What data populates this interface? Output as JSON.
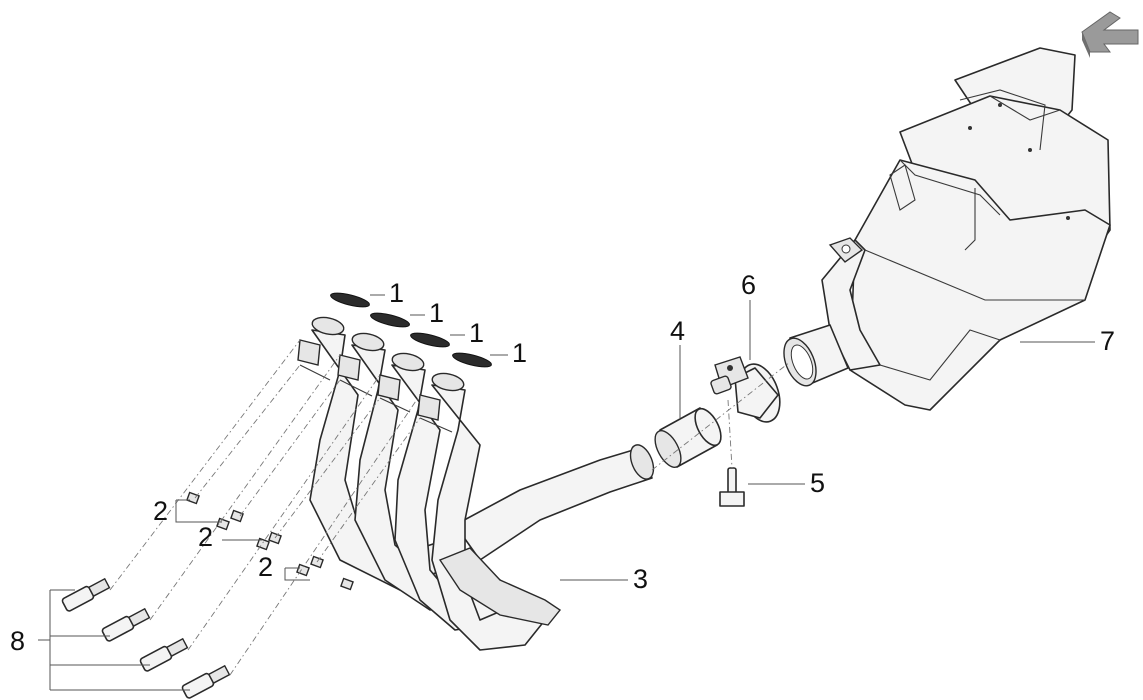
{
  "callouts": {
    "c1a": "1",
    "c1b": "1",
    "c1c": "1",
    "c1d": "1",
    "c2a": "2",
    "c2b": "2",
    "c2c": "2",
    "c3": "3",
    "c4": "4",
    "c5": "5",
    "c6": "6",
    "c7": "7",
    "c8": "8"
  },
  "icons": {
    "orientation": "front-direction-arrow-icon"
  },
  "colors": {
    "line": "#2a2a2a",
    "fill": "#f4f4f4",
    "arrow": "#8a8a8a"
  }
}
